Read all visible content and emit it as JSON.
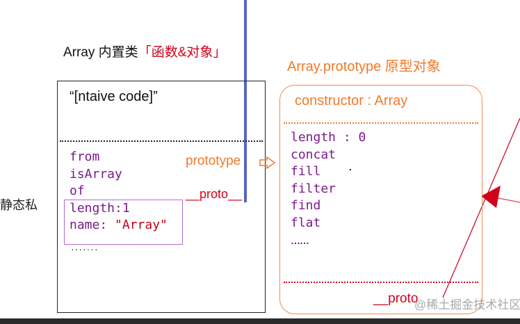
{
  "left_section": {
    "title": "Array 内置类",
    "title_highlight": "「函数&对象」",
    "side_label": "静态私",
    "native_code": "“[ntaive code]”",
    "static_members": [
      "from",
      "isArray",
      "of"
    ],
    "own_props": {
      "length_label": "length:1",
      "name_key": "name: ",
      "name_value": "\"Array\""
    },
    "ellipsis": "·······"
  },
  "links": {
    "prototype_label": "prototype",
    "proto_label": "__proto__",
    "proto_label_bottom": "__proto"
  },
  "right_section": {
    "title": "Array.prototype 原型对象",
    "constructor_label": "constructor : Array",
    "methods": [
      "length : 0",
      "concat",
      "fill",
      "filter",
      "find",
      "flat"
    ],
    "ellipsis": "……"
  },
  "watermark": "@稀土掘金技术社区",
  "colors": {
    "accent_orange": "#f07a2a",
    "accent_red": "#d0021b",
    "code_purple": "#7b1a8c",
    "blue_line": "#5566bb"
  }
}
